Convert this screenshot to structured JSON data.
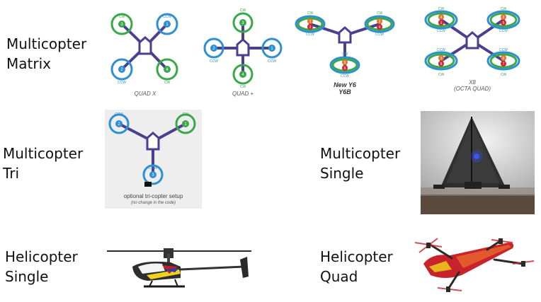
{
  "rows": [
    {
      "line1": "Multicopter",
      "line2": "Matrix"
    },
    {
      "line1": "Multicopter",
      "line2": "Tri"
    },
    {
      "line1": "Multicopter",
      "line2": "Single"
    },
    {
      "line1": "Helicopter",
      "line2": "Single"
    },
    {
      "line1": "Helicopter",
      "line2": "Quad"
    }
  ],
  "diagrams": {
    "quad_x": {
      "caption": "QUAD X",
      "m1": "1",
      "m2": "2",
      "m3": "3",
      "m4": "4",
      "cw": "CW",
      "ccw": "CCW"
    },
    "quad_plus": {
      "caption": "QUAD +",
      "m1": "1",
      "m2": "2",
      "m3": "3",
      "m4": "4",
      "cw": "CW",
      "ccw": "CCW"
    },
    "y6": {
      "caption_line1": "New Y6",
      "caption_line2": "Y6B",
      "m1": "1",
      "m2": "2",
      "m3": "3",
      "m4": "4",
      "m5": "5",
      "m6": "6",
      "cw": "CW",
      "ccw": "CCW"
    },
    "x8": {
      "caption_line1": "X8",
      "caption_line2": "(OCTA QUAD)",
      "m1": "1",
      "m2": "2",
      "m3": "3",
      "m4": "4",
      "m5": "5",
      "m6": "6",
      "m7": "7",
      "m8": "8",
      "cw": "CW",
      "ccw": "CCW"
    },
    "tri": {
      "caption_line1": "optional tri-copter setup",
      "caption_line2": "(no change in the code)",
      "m1": "1",
      "m2": "2",
      "m3": "3",
      "cw": "CW",
      "ccw": "CCW"
    }
  },
  "colors": {
    "cw": "#3aa84a",
    "ccw": "#2e8fd1",
    "frame": "#4b3f8f",
    "motor_top": "#e2762a",
    "motor_bottom": "#d4262e",
    "tri_bg": "#eeeeee"
  }
}
